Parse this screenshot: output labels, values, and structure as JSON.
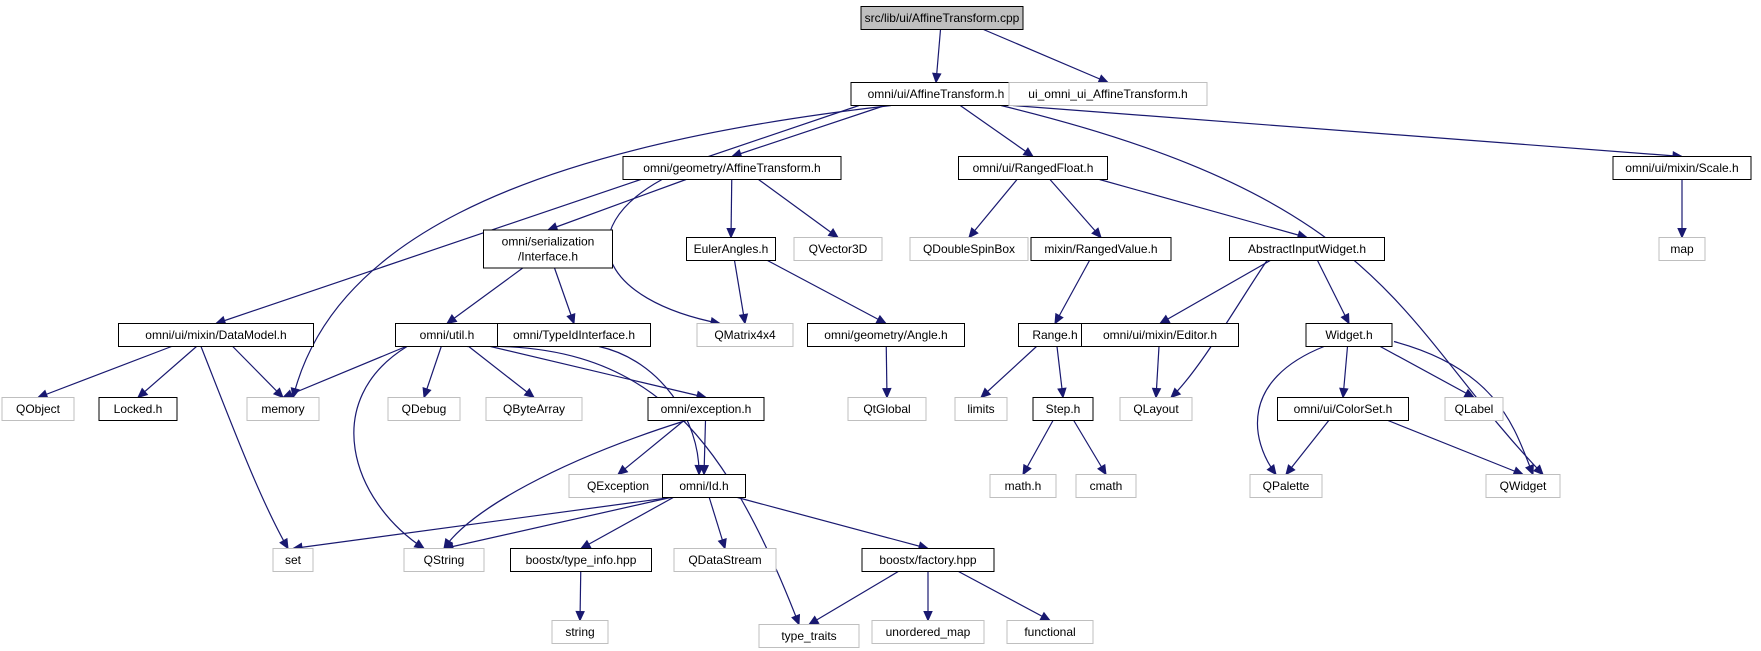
{
  "graph": {
    "nodes": [
      {
        "id": "n0",
        "label": [
          "src/lib/ui/AffineTransform.cpp"
        ],
        "kind": "root"
      },
      {
        "id": "n1",
        "label": [
          "omni/ui/AffineTransform.h"
        ],
        "kind": "internal"
      },
      {
        "id": "n2",
        "label": [
          "ui_omni_ui_AffineTransform.h"
        ],
        "kind": "external"
      },
      {
        "id": "n3",
        "label": [
          "omni/ui/mixin/DataModel.h"
        ],
        "kind": "internal"
      },
      {
        "id": "n4",
        "label": [
          "memory"
        ],
        "kind": "external"
      },
      {
        "id": "n5",
        "label": [
          "omni/geometry/AffineTransform.h"
        ],
        "kind": "internal"
      },
      {
        "id": "n6",
        "label": [
          "omni/ui/RangedFloat.h"
        ],
        "kind": "internal"
      },
      {
        "id": "n7",
        "label": [
          "QWidget"
        ],
        "kind": "external"
      },
      {
        "id": "n8",
        "label": [
          "omni/ui/mixin/Scale.h"
        ],
        "kind": "internal"
      },
      {
        "id": "n9",
        "label": [
          "QObject"
        ],
        "kind": "external"
      },
      {
        "id": "n10",
        "label": [
          "Locked.h"
        ],
        "kind": "internal"
      },
      {
        "id": "n11",
        "label": [
          "set"
        ],
        "kind": "external"
      },
      {
        "id": "n12",
        "label": [
          "omni/serialization",
          "/Interface.h"
        ],
        "kind": "internal"
      },
      {
        "id": "n13",
        "label": [
          "QMatrix4x4"
        ],
        "kind": "external"
      },
      {
        "id": "n14",
        "label": [
          "EulerAngles.h"
        ],
        "kind": "internal"
      },
      {
        "id": "n15",
        "label": [
          "QVector3D"
        ],
        "kind": "external"
      },
      {
        "id": "n16",
        "label": [
          "omni/util.h"
        ],
        "kind": "internal"
      },
      {
        "id": "n17",
        "label": [
          "omni/TypeIdInterface.h"
        ],
        "kind": "internal"
      },
      {
        "id": "n18",
        "label": [
          "QDebug"
        ],
        "kind": "external"
      },
      {
        "id": "n19",
        "label": [
          "QString"
        ],
        "kind": "external"
      },
      {
        "id": "n20",
        "label": [
          "QByteArray"
        ],
        "kind": "external"
      },
      {
        "id": "n21",
        "label": [
          "omni/exception.h"
        ],
        "kind": "internal"
      },
      {
        "id": "n22",
        "label": [
          "type_traits"
        ],
        "kind": "external"
      },
      {
        "id": "n23",
        "label": [
          "QException"
        ],
        "kind": "external"
      },
      {
        "id": "n24",
        "label": [
          "omni/Id.h"
        ],
        "kind": "internal"
      },
      {
        "id": "n25",
        "label": [
          "boostx/type_info.hpp"
        ],
        "kind": "internal"
      },
      {
        "id": "n26",
        "label": [
          "QDataStream"
        ],
        "kind": "external"
      },
      {
        "id": "n27",
        "label": [
          "boostx/factory.hpp"
        ],
        "kind": "internal"
      },
      {
        "id": "n28",
        "label": [
          "string"
        ],
        "kind": "external"
      },
      {
        "id": "n29",
        "label": [
          "unordered_map"
        ],
        "kind": "external"
      },
      {
        "id": "n30",
        "label": [
          "functional"
        ],
        "kind": "external"
      },
      {
        "id": "n31",
        "label": [
          "omni/geometry/Angle.h"
        ],
        "kind": "internal"
      },
      {
        "id": "n32",
        "label": [
          "QtGlobal"
        ],
        "kind": "external"
      },
      {
        "id": "n33",
        "label": [
          "QDoubleSpinBox"
        ],
        "kind": "external"
      },
      {
        "id": "n34",
        "label": [
          "mixin/RangedValue.h"
        ],
        "kind": "internal"
      },
      {
        "id": "n35",
        "label": [
          "AbstractInputWidget.h"
        ],
        "kind": "internal"
      },
      {
        "id": "n36",
        "label": [
          "Range.h"
        ],
        "kind": "internal"
      },
      {
        "id": "n37",
        "label": [
          "limits"
        ],
        "kind": "external"
      },
      {
        "id": "n38",
        "label": [
          "Step.h"
        ],
        "kind": "internal"
      },
      {
        "id": "n39",
        "label": [
          "math.h"
        ],
        "kind": "external"
      },
      {
        "id": "n40",
        "label": [
          "cmath"
        ],
        "kind": "external"
      },
      {
        "id": "n41",
        "label": [
          "omni/ui/mixin/Editor.h"
        ],
        "kind": "internal"
      },
      {
        "id": "n42",
        "label": [
          "QLayout"
        ],
        "kind": "external"
      },
      {
        "id": "n43",
        "label": [
          "Widget.h"
        ],
        "kind": "internal"
      },
      {
        "id": "n44",
        "label": [
          "omni/ui/ColorSet.h"
        ],
        "kind": "internal"
      },
      {
        "id": "n45",
        "label": [
          "QLabel"
        ],
        "kind": "external"
      },
      {
        "id": "n46",
        "label": [
          "QPalette"
        ],
        "kind": "external"
      },
      {
        "id": "n47",
        "label": [
          "map"
        ],
        "kind": "external"
      }
    ],
    "edges": [
      [
        "n0",
        "n1"
      ],
      [
        "n0",
        "n2"
      ],
      [
        "n1",
        "n3"
      ],
      [
        "n1",
        "n4"
      ],
      [
        "n1",
        "n5"
      ],
      [
        "n1",
        "n6"
      ],
      [
        "n1",
        "n7"
      ],
      [
        "n1",
        "n8"
      ],
      [
        "n3",
        "n9"
      ],
      [
        "n3",
        "n10"
      ],
      [
        "n3",
        "n4"
      ],
      [
        "n3",
        "n11"
      ],
      [
        "n5",
        "n12"
      ],
      [
        "n5",
        "n13"
      ],
      [
        "n5",
        "n14"
      ],
      [
        "n5",
        "n15"
      ],
      [
        "n12",
        "n16"
      ],
      [
        "n12",
        "n17"
      ],
      [
        "n16",
        "n4"
      ],
      [
        "n16",
        "n19"
      ],
      [
        "n16",
        "n18"
      ],
      [
        "n16",
        "n20"
      ],
      [
        "n16",
        "n21"
      ],
      [
        "n16",
        "n22"
      ],
      [
        "n17",
        "n24"
      ],
      [
        "n21",
        "n19"
      ],
      [
        "n21",
        "n23"
      ],
      [
        "n21",
        "n24"
      ],
      [
        "n24",
        "n11"
      ],
      [
        "n24",
        "n19"
      ],
      [
        "n24",
        "n25"
      ],
      [
        "n24",
        "n26"
      ],
      [
        "n24",
        "n27"
      ],
      [
        "n25",
        "n28"
      ],
      [
        "n27",
        "n22"
      ],
      [
        "n27",
        "n29"
      ],
      [
        "n27",
        "n30"
      ],
      [
        "n14",
        "n13"
      ],
      [
        "n14",
        "n31"
      ],
      [
        "n31",
        "n32"
      ],
      [
        "n6",
        "n33"
      ],
      [
        "n6",
        "n34"
      ],
      [
        "n6",
        "n35"
      ],
      [
        "n34",
        "n36"
      ],
      [
        "n36",
        "n37"
      ],
      [
        "n36",
        "n38"
      ],
      [
        "n38",
        "n39"
      ],
      [
        "n38",
        "n40"
      ],
      [
        "n35",
        "n41"
      ],
      [
        "n35",
        "n42"
      ],
      [
        "n35",
        "n43"
      ],
      [
        "n41",
        "n42"
      ],
      [
        "n43",
        "n46"
      ],
      [
        "n43",
        "n44"
      ],
      [
        "n43",
        "n45"
      ],
      [
        "n43",
        "n7"
      ],
      [
        "n44",
        "n46"
      ],
      [
        "n44",
        "n7"
      ],
      [
        "n8",
        "n47"
      ]
    ]
  }
}
